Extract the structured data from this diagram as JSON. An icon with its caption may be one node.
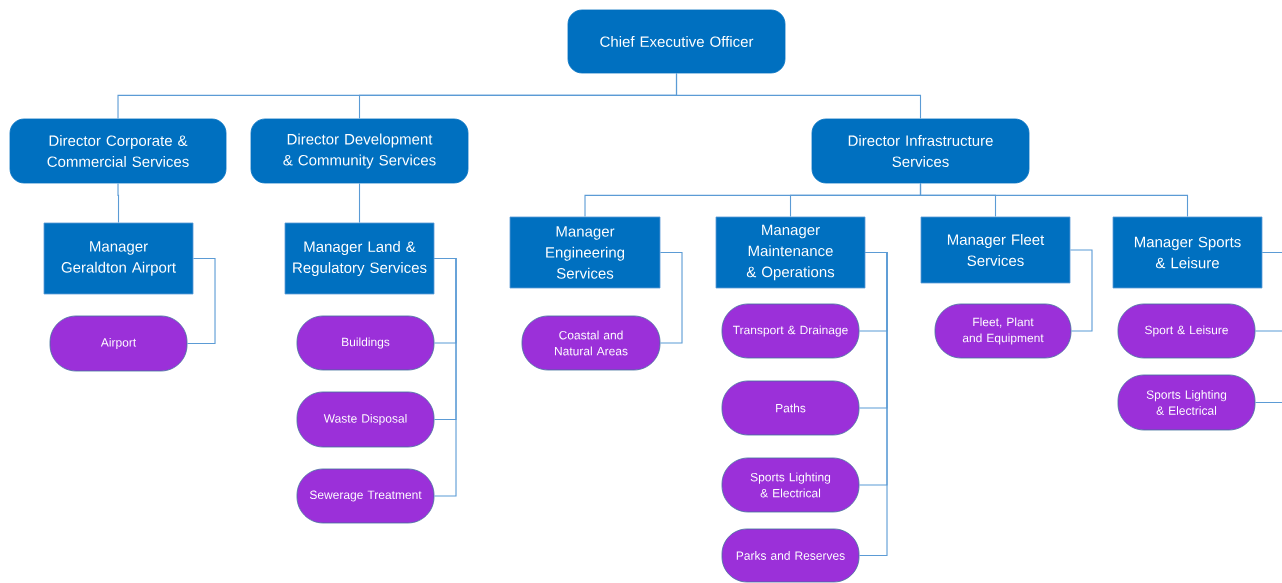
{
  "diagram": {
    "nodes": [
      {
        "text": [
          "Chief Executive Officer"
        ]
      },
      {
        "text": [
          "Director Corporate & Commercial Services"
        ]
      },
      {
        "text": [
          "Director Development & Community Services"
        ]
      },
      {
        "text": [
          "Director Infrastructure Services"
        ]
      },
      {
        "text": [
          "Manager Geraldton Airport"
        ]
      },
      {
        "text": [
          "Airport"
        ]
      },
      {
        "text": [
          "Manager Land & Regulatory Services"
        ]
      },
      {
        "text": [
          "Buildings"
        ]
      },
      {
        "text": [
          "Waste Disposal"
        ]
      },
      {
        "text": [
          "Sewerage Treatment"
        ]
      },
      {
        "text": [
          "Manager Engineering Services"
        ]
      },
      {
        "text": [
          "Coastal and Natural Areas"
        ]
      },
      {
        "text": [
          "Manager Maintenance & Operations"
        ]
      },
      {
        "text": [
          "Transport & Drainage"
        ]
      },
      {
        "text": [
          "Paths"
        ]
      },
      {
        "text": [
          "Sports Lighting & Electrical"
        ]
      },
      {
        "text": [
          "Parks and Reserves"
        ]
      },
      {
        "text": [
          "Manager Fleet Services"
        ]
      },
      {
        "text": [
          "Fleet, Plant and Equipment"
        ]
      },
      {
        "text": [
          "Manager Sports & Leisure"
        ]
      },
      {
        "text": [
          "Sport & Leisure"
        ]
      },
      {
        "text": [
          "Sports Lighting & Electrical"
        ]
      }
    ],
    "edges": [
      {
        "from": 0,
        "to": 1,
        "arrow": "none"
      },
      {
        "from": 0,
        "to": 2,
        "arrow": "none"
      },
      {
        "from": 0,
        "to": 3,
        "arrow": "none"
      },
      {
        "from": 1,
        "to": 4,
        "arrow": "none"
      },
      {
        "from": 2,
        "to": 6,
        "arrow": "none"
      },
      {
        "from": 3,
        "to": 10,
        "arrow": "none"
      },
      {
        "from": 3,
        "to": 12,
        "arrow": "none"
      },
      {
        "from": 3,
        "to": 17,
        "arrow": "none"
      },
      {
        "from": 3,
        "to": 19,
        "arrow": "none"
      },
      {
        "from": 4,
        "to": 5,
        "arrow": "none"
      },
      {
        "from": 6,
        "to": 7,
        "arrow": "none"
      },
      {
        "from": 6,
        "to": 8,
        "arrow": "none"
      },
      {
        "from": 6,
        "to": 9,
        "arrow": "none"
      },
      {
        "from": 10,
        "to": 11,
        "arrow": "none"
      },
      {
        "from": 12,
        "to": 13,
        "arrow": "none"
      },
      {
        "from": 12,
        "to": 14,
        "arrow": "none"
      },
      {
        "from": 12,
        "to": 15,
        "arrow": "none"
      },
      {
        "from": 12,
        "to": 16,
        "arrow": "none"
      },
      {
        "from": 17,
        "to": 18,
        "arrow": "none"
      },
      {
        "from": 19,
        "to": 20,
        "arrow": "none"
      },
      {
        "from": 19,
        "to": 21,
        "arrow": "none"
      }
    ]
  }
}
